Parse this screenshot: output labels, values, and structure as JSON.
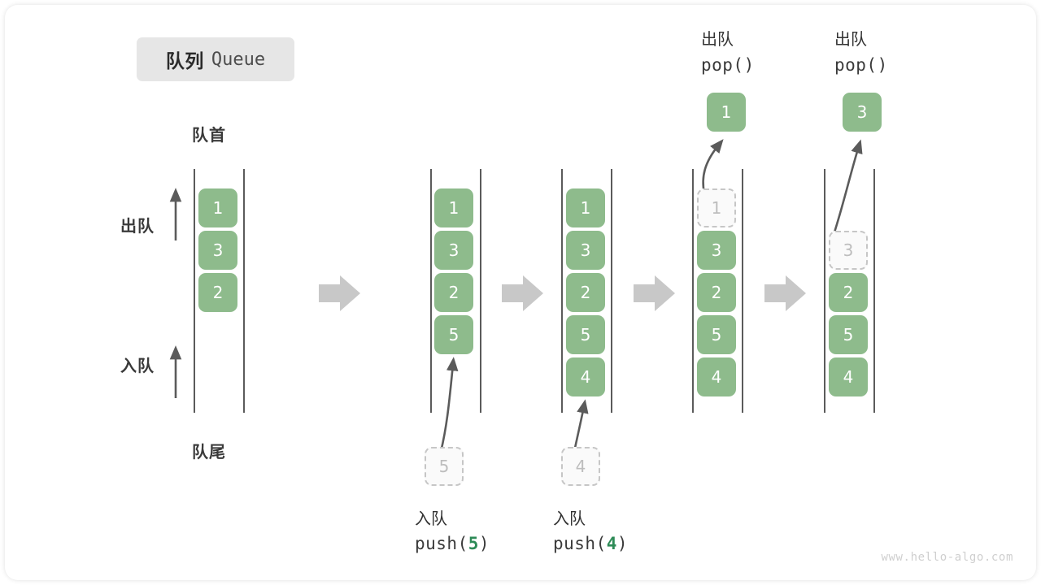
{
  "title": {
    "cn": "队列",
    "en": "Queue"
  },
  "labels": {
    "front": "队首",
    "rear": "队尾",
    "dequeue": "出队",
    "enqueue": "入队",
    "pop_call": "pop()",
    "push5_cn": "入队",
    "push5_call_pre": "push(",
    "push5_value": "5",
    "push5_call_post": ")",
    "push4_cn": "入队",
    "push4_call_pre": "push(",
    "push4_value": "4",
    "push4_call_post": ")"
  },
  "watermark": "www.hello-algo.com",
  "colors": {
    "cell_fill": "#8ebb8c",
    "cell_text": "#ffffff",
    "ghost_fill": "#fafafa",
    "ghost_border": "#c6c6c6",
    "ghost_text": "#bdbdbd",
    "rail": "#5b5b5b",
    "arrow_gray": "#c8c8c8",
    "accent_green": "#2e8b57",
    "chip_bg": "#e6e6e6"
  },
  "chart_data": {
    "type": "diagram",
    "title": "队列 Queue",
    "stages": [
      {
        "id": "initial",
        "caption": "",
        "items": [
          "1",
          "3",
          "2"
        ],
        "ghost_in_queue": null,
        "popped": null,
        "incoming": null
      },
      {
        "id": "push-5",
        "caption": "入队 push(5)",
        "items": [
          "1",
          "3",
          "2",
          "5"
        ],
        "ghost_in_queue": null,
        "popped": null,
        "incoming": "5"
      },
      {
        "id": "push-4",
        "caption": "入队 push(4)",
        "items": [
          "1",
          "3",
          "2",
          "5",
          "4"
        ],
        "ghost_in_queue": null,
        "popped": null,
        "incoming": "4"
      },
      {
        "id": "pop-1",
        "caption": "出队 pop()",
        "items": [
          "3",
          "2",
          "5",
          "4"
        ],
        "ghost_in_queue": "1",
        "popped": "1",
        "incoming": null
      },
      {
        "id": "pop-3",
        "caption": "出队 pop()",
        "items": [
          "2",
          "5",
          "4"
        ],
        "ghost_in_queue": "3",
        "popped": "3",
        "incoming": null
      }
    ],
    "annotations": {
      "front": "队首",
      "rear": "队尾",
      "dequeue_direction": "出队",
      "enqueue_direction": "入队"
    }
  },
  "queues": {
    "q1": {
      "c1": "1",
      "c2": "3",
      "c3": "2"
    },
    "q2": {
      "c1": "1",
      "c2": "3",
      "c3": "2",
      "c4": "5",
      "incoming": "5"
    },
    "q3": {
      "c1": "1",
      "c2": "3",
      "c3": "2",
      "c4": "5",
      "c5": "4",
      "incoming": "4"
    },
    "q4": {
      "ghost": "1",
      "c2": "3",
      "c3": "2",
      "c4": "5",
      "c5": "4",
      "popped": "1"
    },
    "q5": {
      "ghost": "3",
      "c3": "2",
      "c4": "5",
      "c5": "4",
      "popped": "3"
    }
  }
}
